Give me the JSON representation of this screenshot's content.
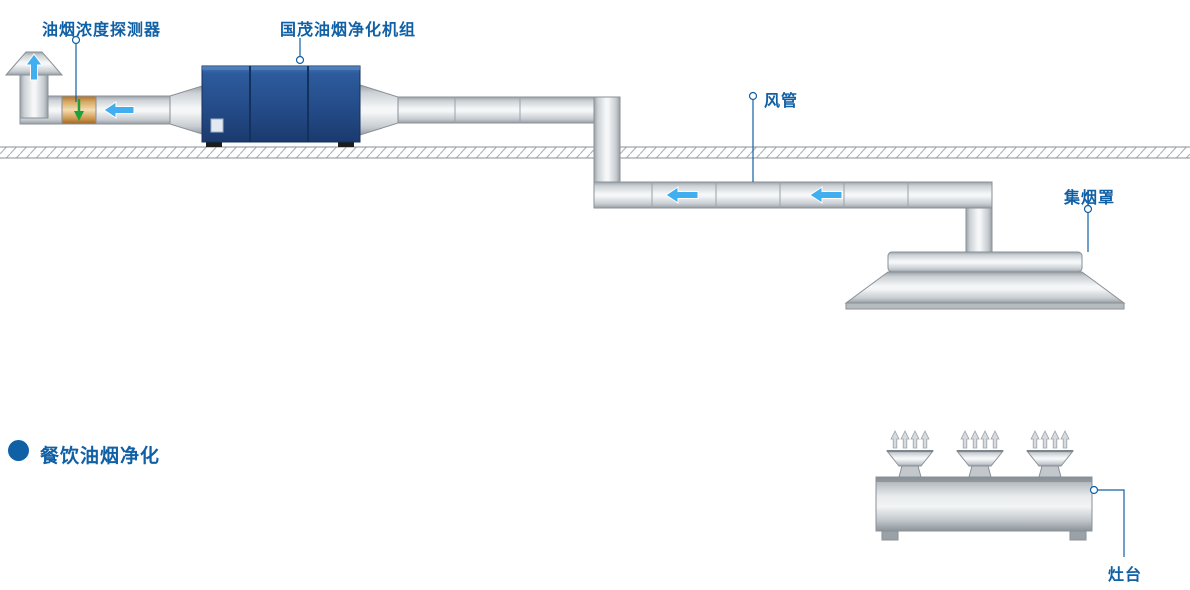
{
  "labels": {
    "detector": "油烟浓度探测器",
    "purifier": "国茂油烟净化机组",
    "duct": "风管",
    "hood": "集烟罩",
    "stove": "灶台"
  },
  "section_title": "餐饮油烟净化",
  "colors": {
    "label_blue": "#1060a6",
    "airflow_arrow_blue": "#41aef0",
    "purifier_body_blue": "#27538f",
    "detector_segment_orange": "#d7a660",
    "detector_sensor_green": "#1f9e3c",
    "duct_gray_light": "#f4f6f7",
    "duct_gray_dark": "#9aa2a9"
  },
  "icons": {
    "airflow-left-arrow": "◀",
    "airflow-up-arrow": "▲",
    "steam-arrow": "⇧",
    "leader-dot": "○",
    "section-bullet": "●"
  }
}
